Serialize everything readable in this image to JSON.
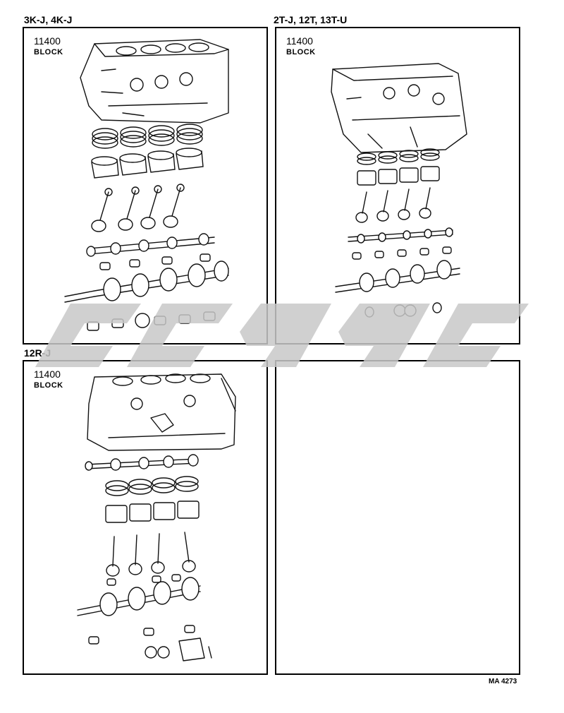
{
  "sections": [
    {
      "title": "3K-J, 4K-J",
      "part_number": "11400",
      "part_name": "BLOCK"
    },
    {
      "title": "2T-J, 12T, 13T-U",
      "part_number": "11400",
      "part_name": "BLOCK"
    },
    {
      "title": "12R-J",
      "part_number": "11400",
      "part_name": "BLOCK"
    }
  ],
  "footer_code": "MA 4273",
  "colors": {
    "line": "#000000",
    "watermark": "#c8c8c8",
    "background": "#ffffff"
  }
}
